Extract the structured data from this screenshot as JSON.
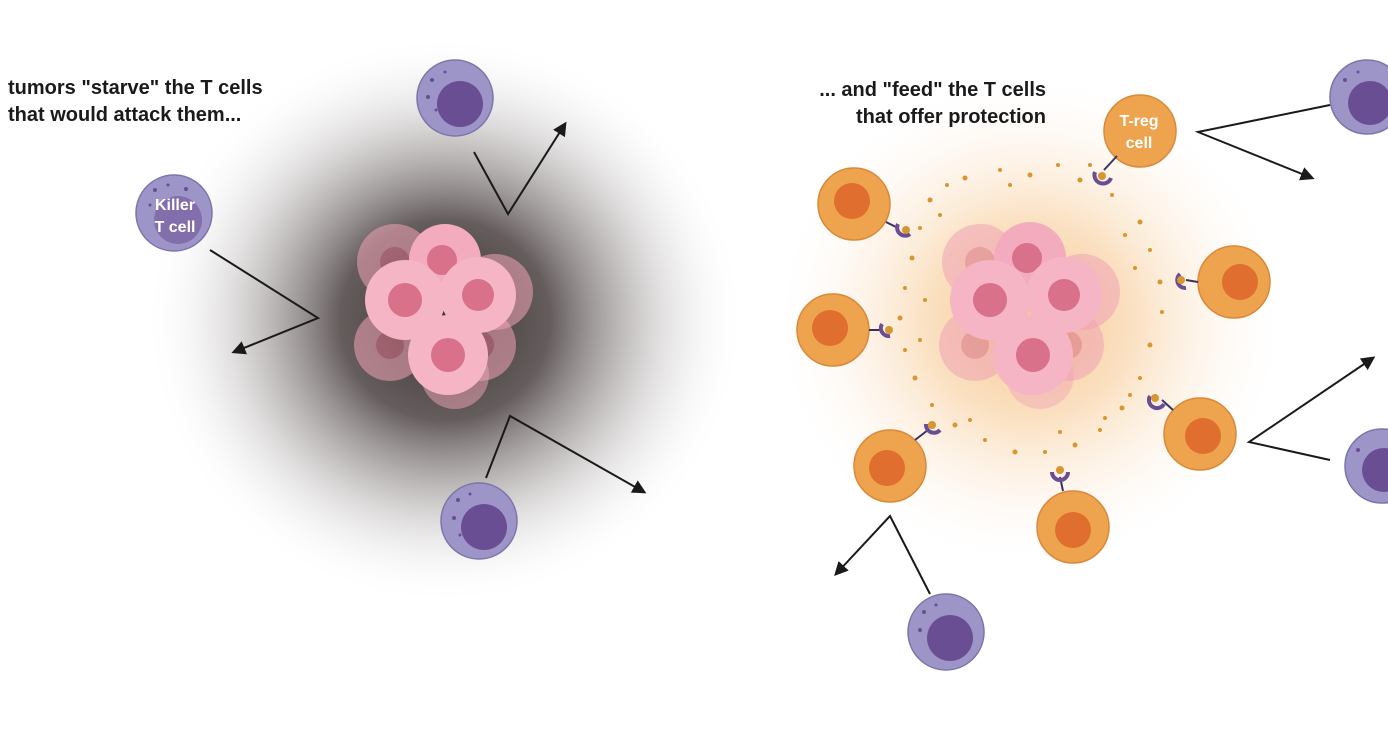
{
  "captions": {
    "left_line1": "tumors \"starve\" the T cells",
    "left_line2": "that would attack them...",
    "right_line1": "... and \"feed\" the T cells",
    "right_line2": "that offer protection"
  },
  "labels": {
    "killer_line1": "Killer",
    "killer_line2": "T cell",
    "treg_line1": "T-reg",
    "treg_line2": "cell"
  },
  "colors": {
    "killer_cell_membrane": "#9d94c7",
    "killer_cell_nucleus": "#6a4e93",
    "treg_cell_membrane": "#eea34f",
    "treg_cell_nucleus": "#e06e2f",
    "tumor_cell": "#f0a3b5",
    "tumor_nucleus": "#d87189",
    "starvation_halo": "#4a4040",
    "feeding_halo": "#f6c58a",
    "nutrient_dot": "#d7962f",
    "arrow": "#1a1a1a"
  }
}
